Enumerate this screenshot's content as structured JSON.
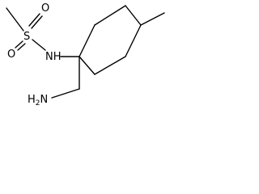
{
  "molecule": {
    "atoms": {
      "oxygen_top": "O",
      "oxygen_bottom": "O",
      "sulfur": "S",
      "amine_nh": "NH",
      "amino_h2n": "H2N"
    }
  }
}
